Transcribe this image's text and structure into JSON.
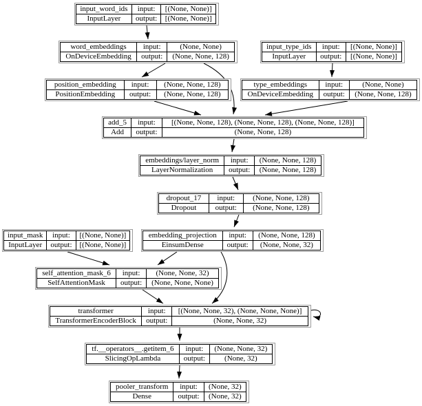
{
  "diagram": {
    "io_labels": {
      "input": "input:",
      "output": "output:"
    }
  },
  "nodes": [
    {
      "name": "input_word_ids",
      "class_name": "InputLayer",
      "input_shape": "[(None, None)]",
      "output_shape": "[(None, None)]"
    },
    {
      "name": "word_embeddings",
      "class_name": "OnDeviceEmbedding",
      "input_shape": "(None, None)",
      "output_shape": "(None, None, 128)"
    },
    {
      "name": "input_type_ids",
      "class_name": "InputLayer",
      "input_shape": "[(None, None)]",
      "output_shape": "[(None, None)]"
    },
    {
      "name": "position_embedding",
      "class_name": "PositionEmbedding",
      "input_shape": "(None, None, 128)",
      "output_shape": "(None, None, 128)"
    },
    {
      "name": "type_embeddings",
      "class_name": "OnDeviceEmbedding",
      "input_shape": "(None, None)",
      "output_shape": "(None, None, 128)"
    },
    {
      "name": "add_5",
      "class_name": "Add",
      "input_shape": "[(None, None, 128), (None, None, 128), (None, None, 128)]",
      "output_shape": "(None, None, 128)"
    },
    {
      "name": "embeddings/layer_norm",
      "class_name": "LayerNormalization",
      "input_shape": "(None, None, 128)",
      "output_shape": "(None, None, 128)"
    },
    {
      "name": "dropout_17",
      "class_name": "Dropout",
      "input_shape": "(None, None, 128)",
      "output_shape": "(None, None, 128)"
    },
    {
      "name": "input_mask",
      "class_name": "InputLayer",
      "input_shape": "[(None, None)]",
      "output_shape": "[(None, None)]"
    },
    {
      "name": "embedding_projection",
      "class_name": "EinsumDense",
      "input_shape": "(None, None, 128)",
      "output_shape": "(None, None, 32)"
    },
    {
      "name": "self_attention_mask_6",
      "class_name": "SelfAttentionMask",
      "input_shape": "(None, None, 32)",
      "output_shape": "(None, None, None)"
    },
    {
      "name": "transformer",
      "class_name": "TransformerEncoderBlock",
      "input_shape": "[(None, None, 32), (None, None, None)]",
      "output_shape": "(None, None, 32)"
    },
    {
      "name": "tf.__operators__.getitem_6",
      "class_name": "SlicingOpLambda",
      "input_shape": "(None, None, 32)",
      "output_shape": "(None, 32)"
    },
    {
      "name": "pooler_transform",
      "class_name": "Dense",
      "input_shape": "(None, 32)",
      "output_shape": "(None, 32)"
    }
  ],
  "edges": [
    {
      "from": "input_word_ids",
      "to": "word_embeddings"
    },
    {
      "from": "word_embeddings",
      "to": "position_embedding"
    },
    {
      "from": "word_embeddings",
      "to": "add_5"
    },
    {
      "from": "input_type_ids",
      "to": "type_embeddings"
    },
    {
      "from": "position_embedding",
      "to": "add_5"
    },
    {
      "from": "type_embeddings",
      "to": "add_5"
    },
    {
      "from": "add_5",
      "to": "embeddings/layer_norm"
    },
    {
      "from": "embeddings/layer_norm",
      "to": "dropout_17"
    },
    {
      "from": "dropout_17",
      "to": "embedding_projection"
    },
    {
      "from": "input_mask",
      "to": "self_attention_mask_6"
    },
    {
      "from": "embedding_projection",
      "to": "self_attention_mask_6"
    },
    {
      "from": "embedding_projection",
      "to": "transformer"
    },
    {
      "from": "self_attention_mask_6",
      "to": "transformer"
    },
    {
      "from": "transformer",
      "to": "transformer"
    },
    {
      "from": "transformer",
      "to": "tf.__operators__.getitem_6"
    },
    {
      "from": "tf.__operators__.getitem_6",
      "to": "pooler_transform"
    }
  ]
}
